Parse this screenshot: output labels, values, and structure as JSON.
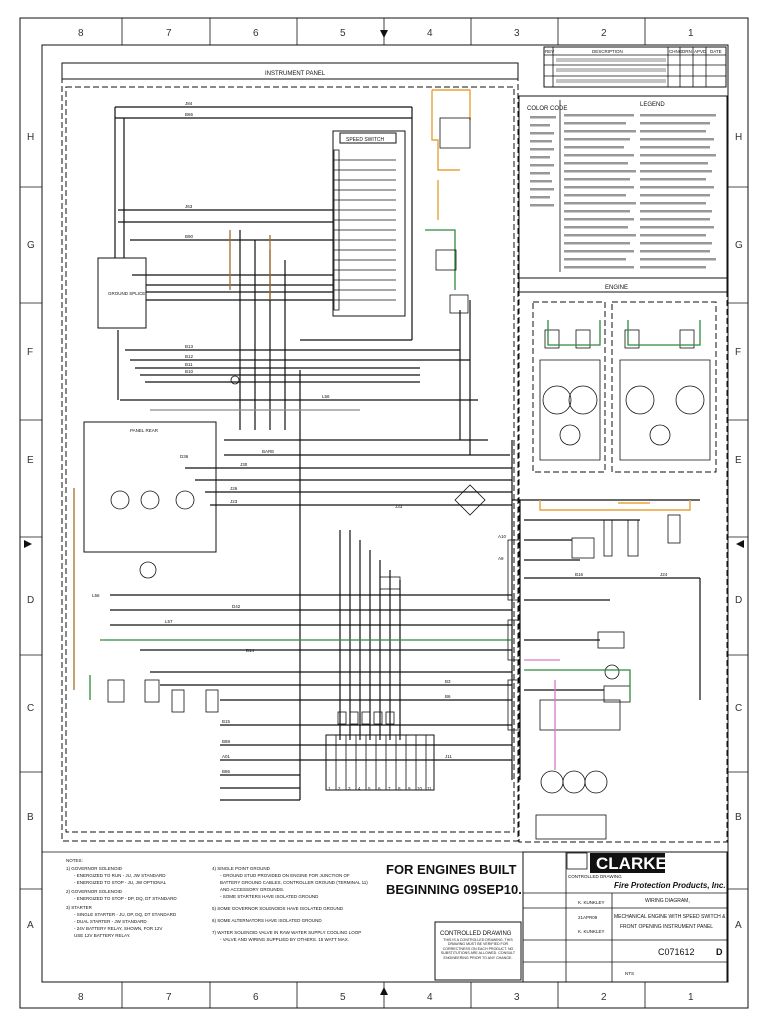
{
  "zones": {
    "columns": [
      "8",
      "7",
      "6",
      "5",
      "4",
      "3",
      "2",
      "1"
    ],
    "rows": [
      "H",
      "G",
      "F",
      "E",
      "D",
      "C",
      "B",
      "A"
    ]
  },
  "panels": {
    "instrument": "INSTRUMENT PANEL",
    "speed_switch": "SPEED SWITCH",
    "color_code": "COLOR CODE",
    "legend": "LEGEND",
    "engine": "ENGINE",
    "panel_rear": "PANEL REAR",
    "ground_splice": "GROUND SPLICE"
  },
  "revision_table": {
    "headers": [
      "REV",
      "DESCRIPTION",
      "CHNG",
      "DRN",
      "APVD",
      "DATE"
    ]
  },
  "wire_labels": [
    "J84",
    "B66",
    "J63",
    "B90",
    "B13",
    "B12",
    "B11",
    "B10",
    "L56",
    "J30",
    "BARE",
    "J26",
    "J23",
    "D36",
    "D42",
    "L57",
    "J33",
    "L56",
    "B14",
    "B15",
    "B88",
    "A01",
    "B86",
    "A10",
    "A9",
    "J24",
    "B16",
    "J11",
    "B6",
    "B3"
  ],
  "terminal_numbers": [
    "1",
    "2",
    "3",
    "4",
    "5",
    "6",
    "7",
    "8",
    "9",
    "10",
    "11"
  ],
  "notice": {
    "line1": "FOR ENGINES BUILT",
    "line2": "BEGINNING 09SEP10."
  },
  "notes": {
    "title": "NOTES:",
    "items": [
      "1) GOVERNOR SOLENOID",
      "- ENERGIZED TO RUN - JU, JW STANDARD",
      "- ENERGIZED TO STOP - JU, JW OPTIONAL",
      "2) GOVERNOR SOLENOID",
      "- ENERGIZED TO STOP - DP, DQ, DT STANDARD",
      "3) STARTER",
      "- SINGLE STARTER - JU, DP, DQ, DT STANDARD",
      "- DUAL STARTER - JW STANDARD",
      "- 24V BATTERY RELAY, SHOWN, FOR 12V",
      "  USE 12V BATTERY RELAY.",
      "4) SINGLE POINT GROUND",
      "- GROUND STUD PROVIDED ON ENGINE FOR JUNCTION OF",
      "  BATTERY GROUND CABLES, CONTROLLER GROUND (TERMINAL 11)",
      "  AND ACCESSORY GROUNDS.",
      "- SOME STARTERS HAVE ISOLATED GROUND",
      "5) SOME GOVERNOR SOLENOIDS HAVE ISOLATED GROUND",
      "6) SOME ALTERNATORS HAVE ISOLATED GROUND",
      "7) WATER SOLENOID VALVE IN RAW WATER SUPPLY COOLING LOOP",
      "- VALVE AND WIRING SUPPLIED BY OTHERS. 15 WATT MAX."
    ]
  },
  "controlled_drawing": {
    "title": "CONTROLLED DRAWING",
    "text": "THIS IS A CONTROLLED DRAWING. THIS DRAWING MUST BE VERIFIED FOR CORRECTNESS ON EACH PRODUCT. NO SUBSTITUTIONS ARE ALLOWED. CONSULT ENGINEERING PRIOR TO ANY CHANGE."
  },
  "title_block": {
    "company": "CLARKE",
    "division": "Fire Protection Products, Inc.",
    "controlled": "CONTROLLED DRAWING",
    "drawn_by": "K. KUNKLEY",
    "date": "21APR09",
    "checked_by": "K. KUNKLEY",
    "title_line1": "WIRING DIAGRAM,",
    "title_line2": "MECHANICAL ENGINE WITH SPEED SWITCH &",
    "title_line3": "FRONT OPENING INSTRUMENT PANEL",
    "drawing_no": "C071612",
    "rev": "D",
    "scale": "NTS"
  },
  "colors": {
    "orange_wire": "#e8a23a",
    "green_wire": "#2f8a3a",
    "pink_wire": "#d979c8",
    "brown_wire": "#a66b2b"
  }
}
